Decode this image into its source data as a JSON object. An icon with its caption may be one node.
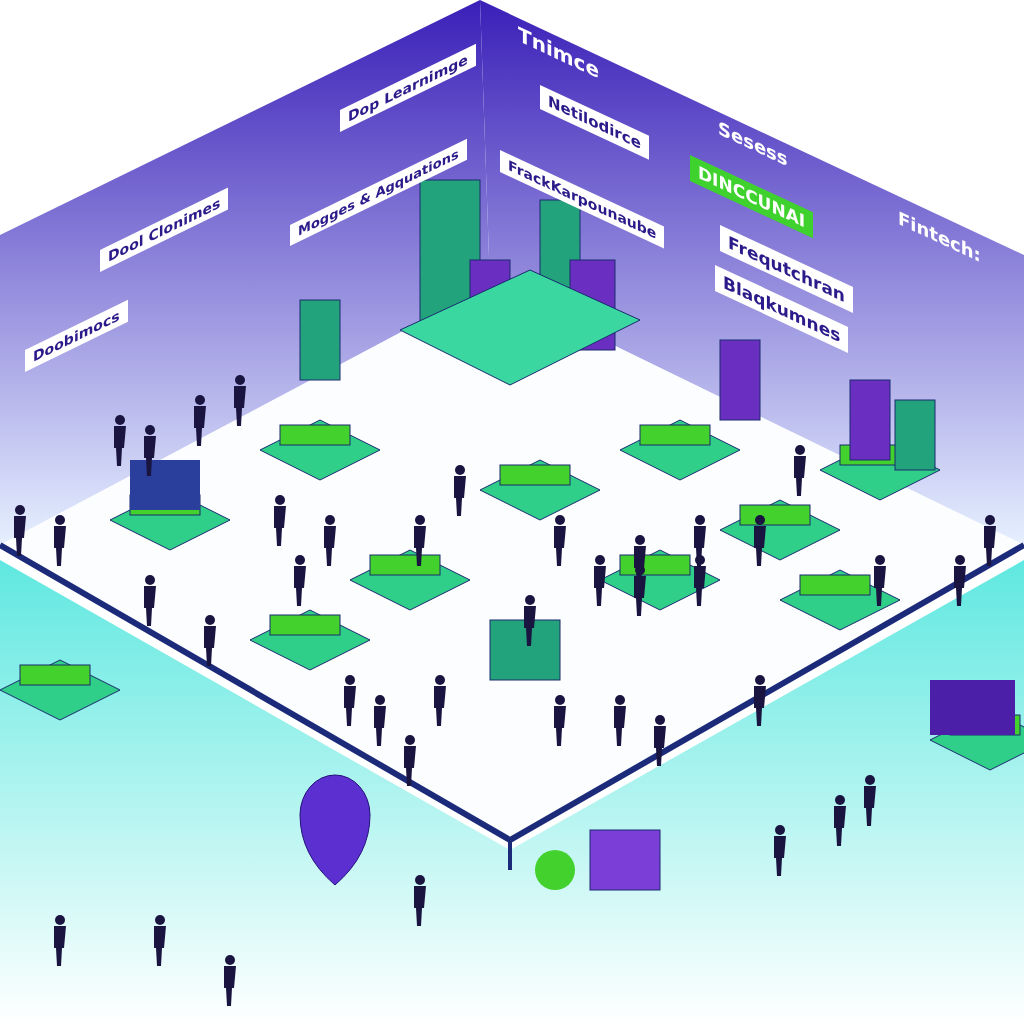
{
  "diagram": {
    "labels": [
      "Dool Clonimes",
      "Dop Learnimge",
      "Mogges & Agquations",
      "Doobimocs",
      "Tnimce",
      "Netilodirce",
      "FrackKarpounaube",
      "Sesess",
      "DINCCUNAI",
      "Frequtchran",
      "Blaqkumnes",
      "Fintech:"
    ]
  }
}
